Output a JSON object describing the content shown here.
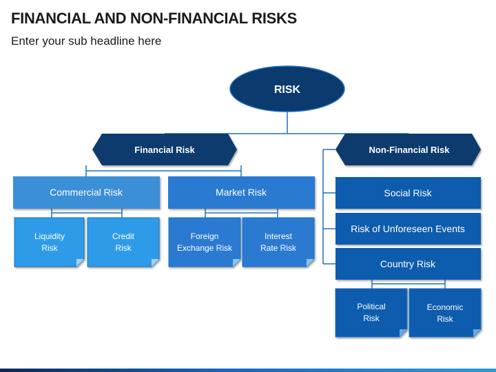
{
  "header": {
    "title": "FINANCIAL AND NON-FINANCIAL RISKS",
    "subtitle": "Enter your sub headline here"
  },
  "diagram": {
    "root": "RISK",
    "financial": {
      "label": "Financial Risk",
      "commercial": {
        "label": "Commercial Risk",
        "children": [
          [
            "Liquidity",
            "Risk"
          ],
          [
            "Credit",
            "Risk"
          ]
        ]
      },
      "market": {
        "label": "Market Risk",
        "children": [
          [
            "Foreign",
            "Exchange Risk"
          ],
          [
            "Interest",
            "Rate Risk"
          ]
        ]
      }
    },
    "non_financial": {
      "label": "Non-Financial Risk",
      "items": [
        "Social Risk",
        "Risk of Unforeseen Events",
        "Country Risk"
      ],
      "country_children": [
        [
          "Political",
          "Risk"
        ],
        [
          "Economic",
          "Risk"
        ]
      ]
    }
  },
  "colors": {
    "navy": "#0b3a6e",
    "commercial": "#3a8fd6",
    "market": "#2a7ad2",
    "light_blue": "#2f9be8",
    "nonfin_blue": "#0b5cad",
    "connector": "#1f6fc2"
  }
}
